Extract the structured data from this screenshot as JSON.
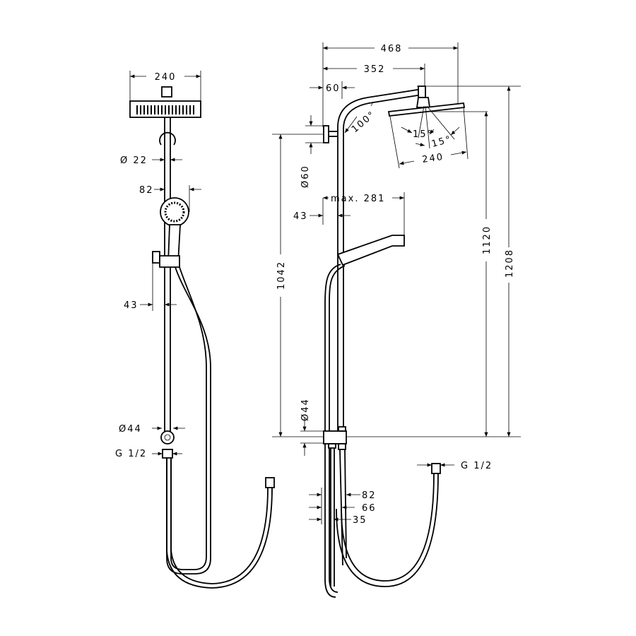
{
  "left_view": {
    "head_width": "240",
    "rail_diameter": "Ø 22",
    "hand_shower_width": "82",
    "rail_offset": "43",
    "elbow_diameter": "Ø44",
    "connection": "G 1/2"
  },
  "right_view": {
    "total_projection": "468",
    "arm_projection": "352",
    "wall_offset": "60",
    "arm_angle": "100°",
    "tilt_left": "15°",
    "tilt_right": "15°",
    "head_width": "240",
    "bracket_diameter": "Ø60",
    "max_hand_reach": "max. 281",
    "rail_offset": "43",
    "rail_height": "1042",
    "head_height": "1120",
    "total_height": "1208",
    "mixer_diameter": "Ø44",
    "dim_82": "82",
    "dim_66": "66",
    "dim_35": "35",
    "connection": "G 1/2"
  }
}
